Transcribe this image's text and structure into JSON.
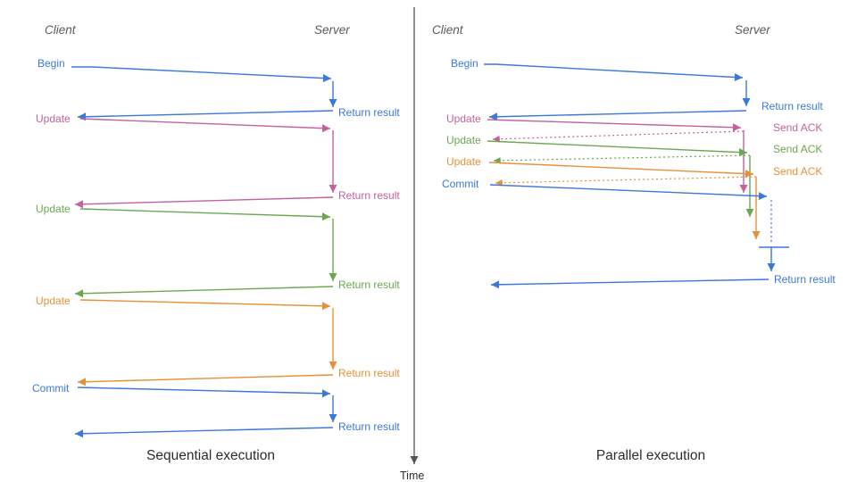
{
  "palette": {
    "blue": "#3c78d8",
    "pink": "#c4629b",
    "green": "#6aa84f",
    "orange": "#e69138",
    "gray": "#5a5a5a",
    "dark": "#2d2d2d"
  },
  "diagrams": {
    "left": {
      "caption": "Sequential execution",
      "client": "Client",
      "server": "Server",
      "rows": [
        {
          "request": "Begin",
          "response": "Return result",
          "color": "blue"
        },
        {
          "request": "Update",
          "response": "Return result",
          "color": "pink"
        },
        {
          "request": "Update",
          "response": "Return result",
          "color": "green"
        },
        {
          "request": "Update",
          "response": "Return result",
          "color": "orange"
        },
        {
          "request": "Commit",
          "response": "Return result",
          "color": "blue"
        }
      ]
    },
    "right": {
      "caption": "Parallel execution",
      "client": "Client",
      "server": "Server",
      "rows": [
        {
          "request": "Begin",
          "response": "Return result",
          "color": "blue"
        },
        {
          "request": "Update",
          "response": "Send ACK",
          "color": "pink"
        },
        {
          "request": "Update",
          "response": "Send ACK",
          "color": "green"
        },
        {
          "request": "Update",
          "response": "Send ACK",
          "color": "orange"
        },
        {
          "request": "Commit",
          "response": "Return result",
          "color": "blue"
        }
      ]
    }
  },
  "time_axis": {
    "label": "Time"
  }
}
